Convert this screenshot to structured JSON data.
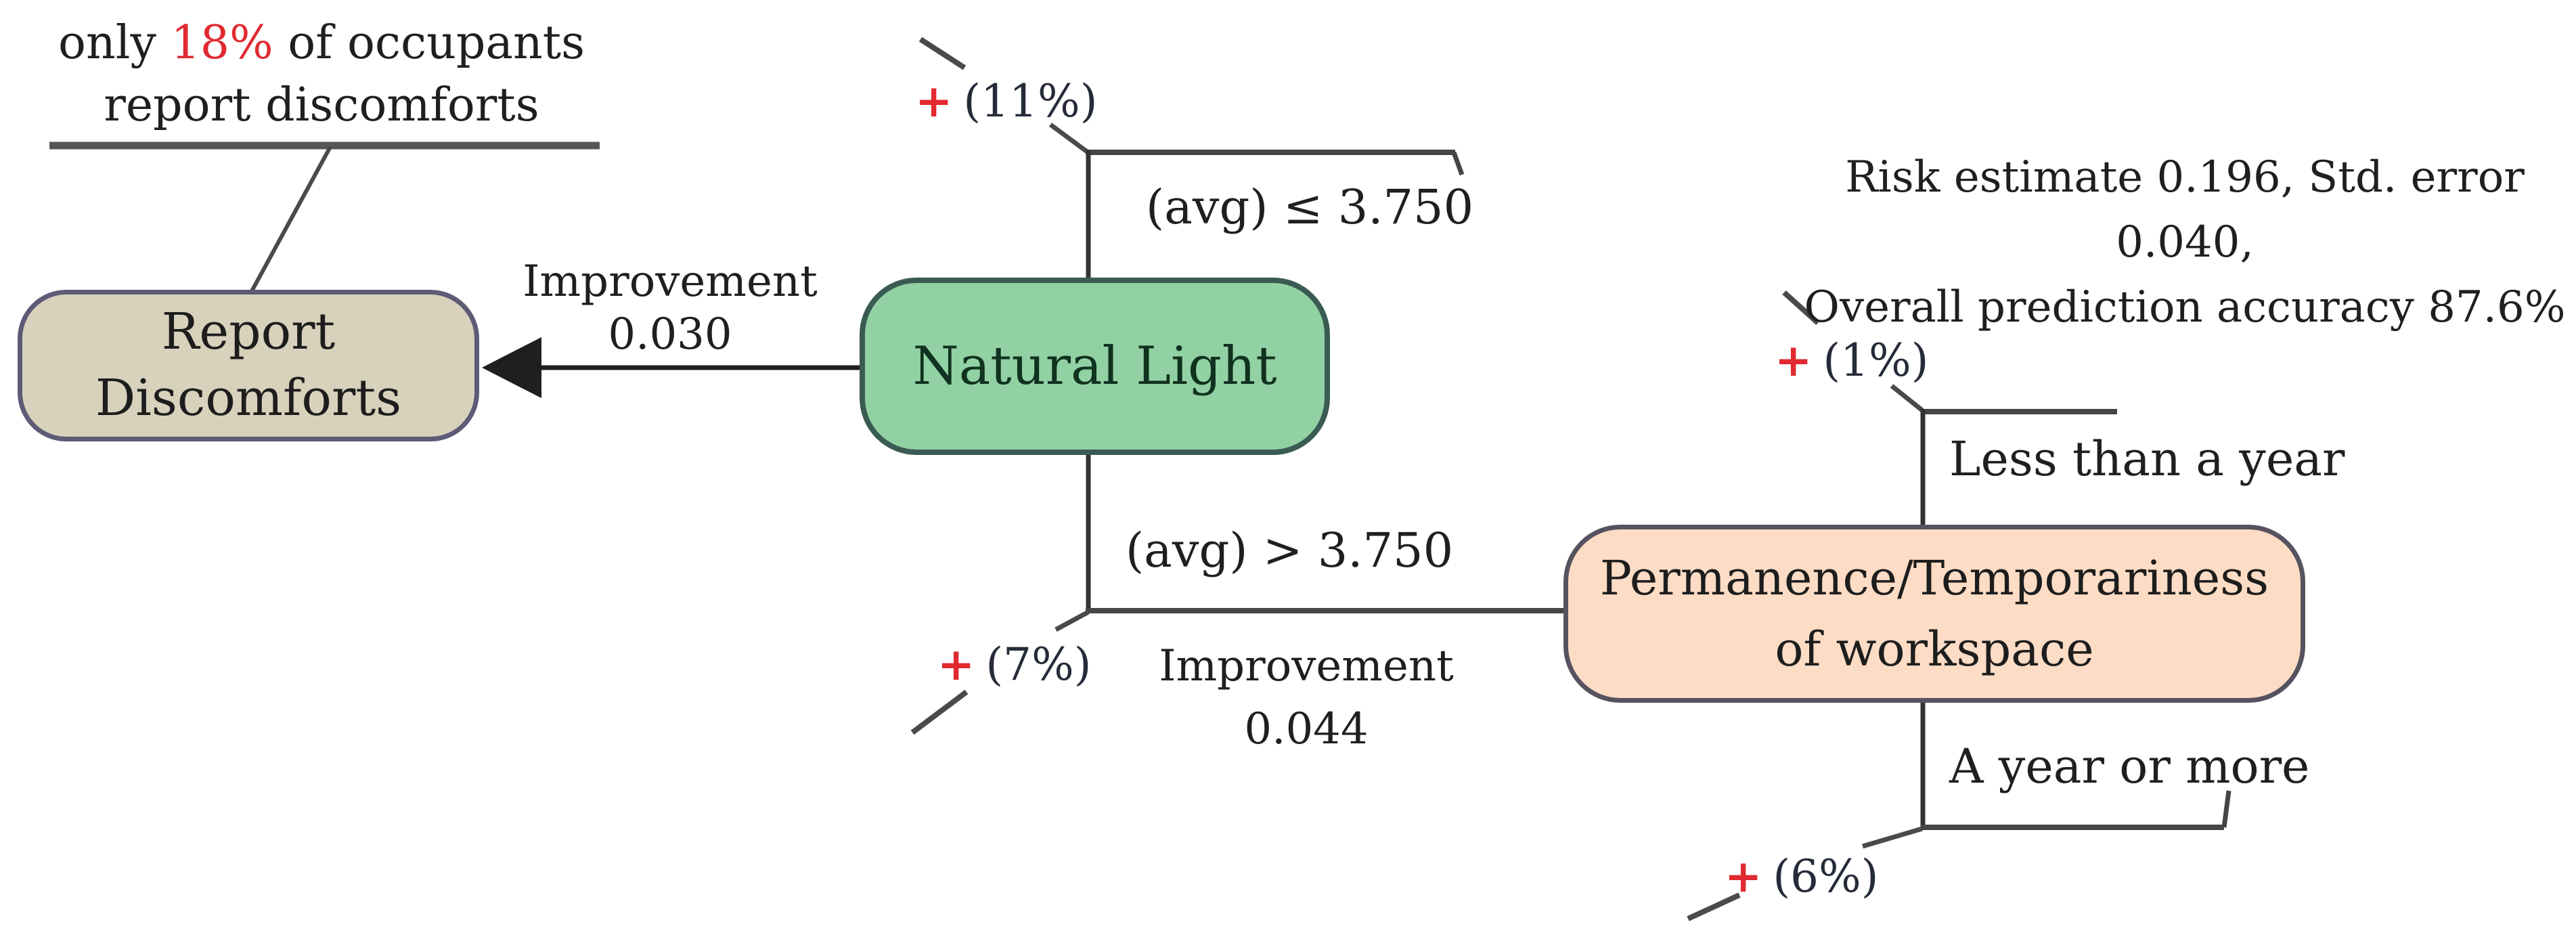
{
  "diagram": "decision-tree",
  "annotation": {
    "line1_prefix": "only ",
    "line1_highlight": "18%",
    "line1_suffix": " of occupants",
    "line2": "report discomforts"
  },
  "stats": {
    "line1": "Risk estimate 0.196, Std. error 0.040,",
    "line2": "Overall prediction accuracy 87.6%"
  },
  "nodes": {
    "report": {
      "line1": "Report",
      "line2": "Discomforts",
      "fill": "#d8d2bd",
      "border": "#5d5b76",
      "text_color": "#1d1d1d"
    },
    "natural": {
      "label": "Natural Light",
      "fill": "#92d1a3",
      "border": "#3a5b53",
      "text_color": "#113220"
    },
    "permanence": {
      "line1": "Permanence/Temporariness",
      "line2": "of workspace",
      "fill": "#fcdcc5",
      "border": "#57525f",
      "text_color": "#1d1d1d"
    }
  },
  "edges": {
    "improvement_left": {
      "label": "Improvement",
      "value": "0.030"
    },
    "improvement_right": {
      "label": "Improvement",
      "value": "0.044"
    },
    "natural_top": {
      "plus": "+",
      "percent": "(11%)",
      "condition": "(avg) ≤ 3.750"
    },
    "natural_bottom": {
      "plus": "+",
      "percent": "(7%)",
      "condition": "(avg) > 3.750"
    },
    "permanence_top": {
      "plus": "+",
      "percent": "(1%)",
      "label": "Less than a year"
    },
    "permanence_bottom": {
      "plus": "+",
      "percent": "(6%)",
      "label": "A year or more"
    }
  },
  "colors": {
    "plus_red": "#e02a30",
    "highlight_red": "#e02a30",
    "wire_gray": "#3f3f3f",
    "arrow_black": "#1f1f1f",
    "percent_text": "#262b3a"
  }
}
